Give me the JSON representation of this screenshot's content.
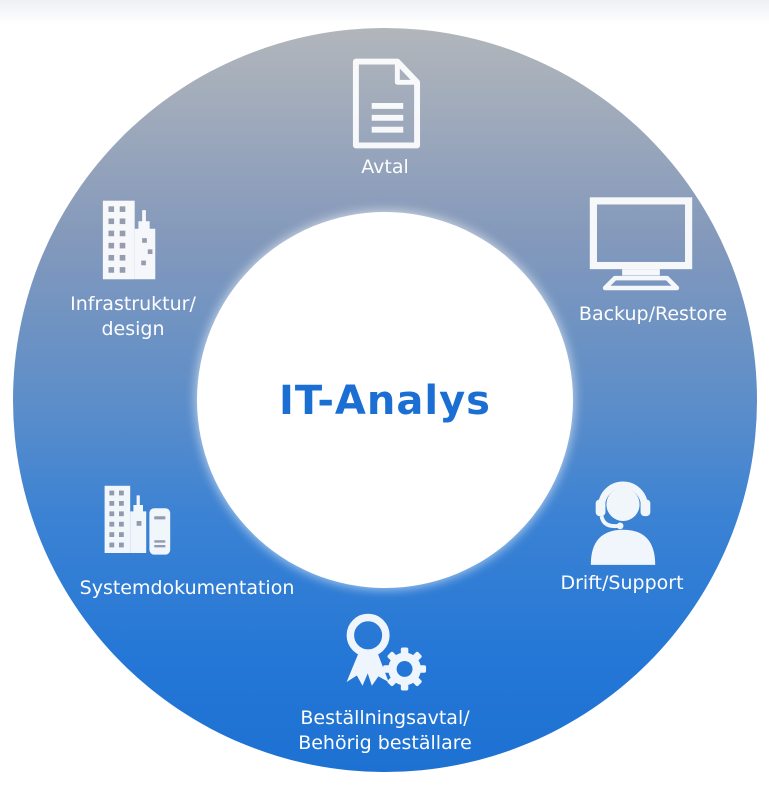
{
  "diagram": {
    "center_label": "IT-Analys",
    "items": [
      {
        "name": "avtal",
        "icon": "document-icon",
        "lines": [
          "Avtal"
        ]
      },
      {
        "name": "backup-restore",
        "icon": "monitor-icon",
        "lines": [
          "Backup/Restore"
        ]
      },
      {
        "name": "drift-support",
        "icon": "support-headset-icon",
        "lines": [
          "Drift/Support"
        ]
      },
      {
        "name": "bestallningsavtal",
        "icon": "award-gear-icon",
        "lines": [
          "Beställningsavtal/",
          "Behörig beställare"
        ]
      },
      {
        "name": "systemdokumentation",
        "icon": "buildings-server-icon",
        "lines": [
          "Systemdokumentation"
        ]
      },
      {
        "name": "infrastruktur-design",
        "icon": "building-icon",
        "lines": [
          "Infrastruktur/",
          "design"
        ]
      }
    ],
    "theme": {
      "title_color": "#1b6fd3",
      "label_color": "#fdfdfe",
      "ring_gradient_top": "#b2b6bb",
      "ring_gradient_mid": "#5d8ec9",
      "ring_gradient_bottom": "#1d71d2",
      "inner_circle_color": "#ffffff"
    }
  }
}
